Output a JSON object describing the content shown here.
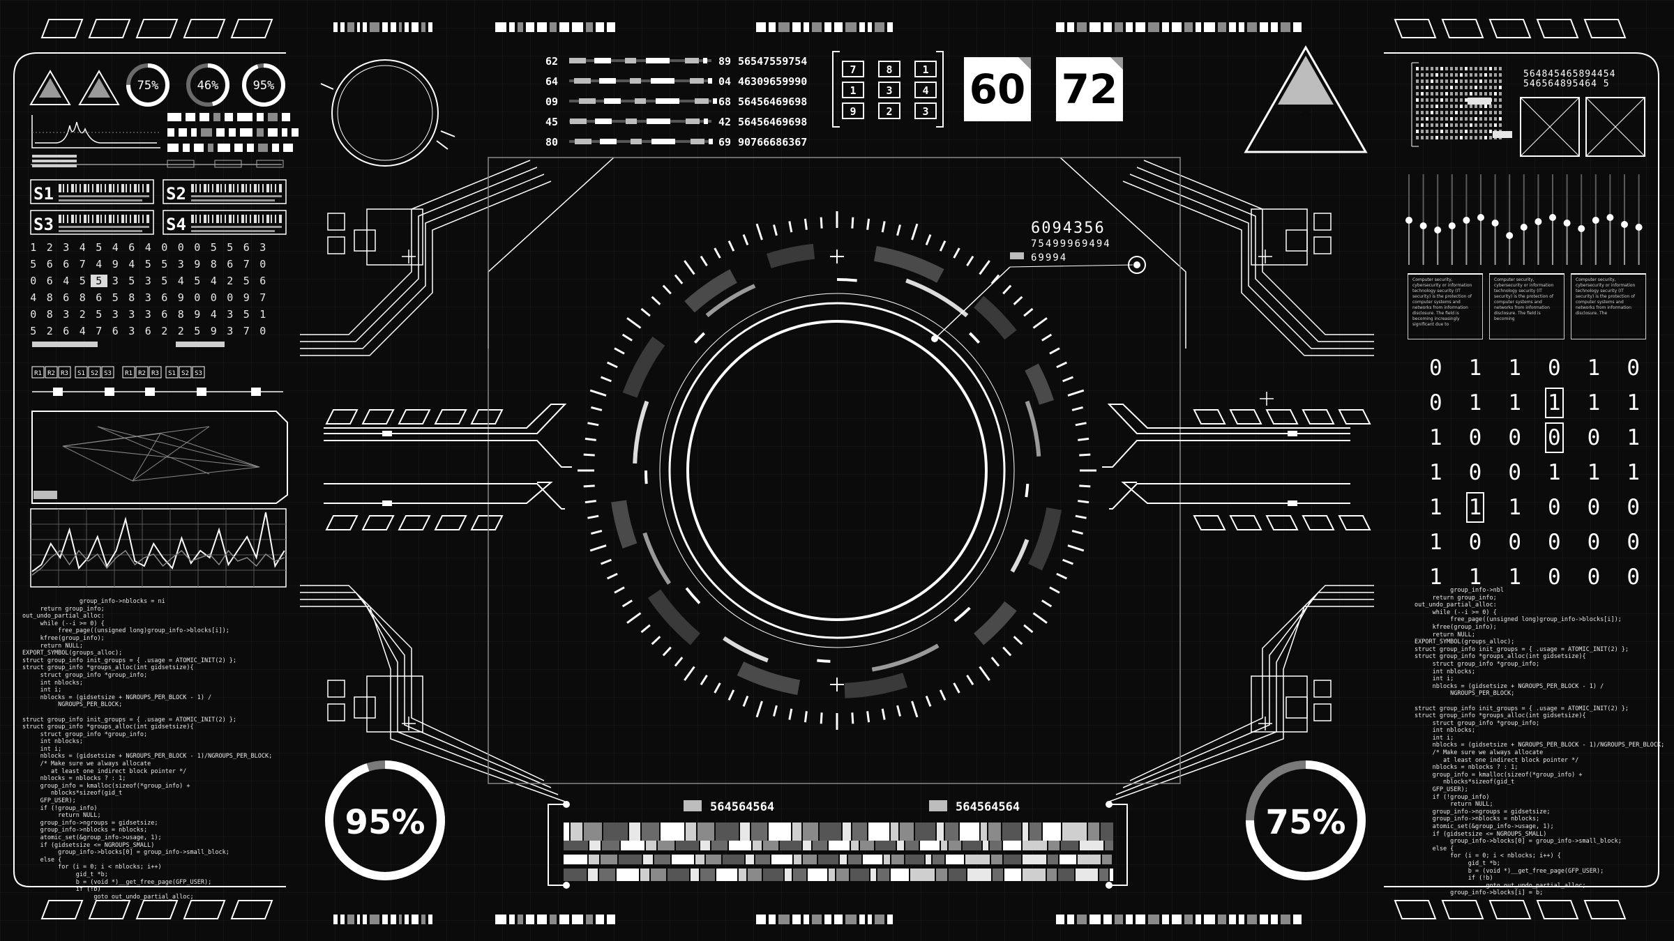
{
  "meters": {
    "top_left_small": [
      "75%",
      "46%",
      "95%"
    ],
    "bottom_left": "95%",
    "bottom_right": "75%",
    "bottom_left_fraction": 0.95,
    "bottom_right_fraction": 0.75
  },
  "top_counters": {
    "left": "60",
    "right": "72"
  },
  "top_readout": {
    "rows": [
      {
        "a": "62",
        "b": "89",
        "c": "56547559754"
      },
      {
        "a": "64",
        "b": "04",
        "c": "46309659990"
      },
      {
        "a": "09",
        "b": "68",
        "c": "56456469698"
      },
      {
        "a": "45",
        "b": "42",
        "c": "56456469698"
      },
      {
        "a": "80",
        "b": "69",
        "c": "90766686367"
      }
    ]
  },
  "keypad": [
    "7",
    "8",
    "1",
    "1",
    "3",
    "4",
    "9",
    "2",
    "3"
  ],
  "target_readout": [
    "6094356",
    "75499969494",
    "69994"
  ],
  "right_top_numbers": [
    "564845465894454",
    "546564895464 5"
  ],
  "slot_labels": [
    "S1",
    "S2",
    "S3",
    "S4"
  ],
  "r_labels": [
    "R1",
    "R2",
    "R3",
    "S1",
    "S2",
    "S3",
    "R1",
    "R2",
    "R3",
    "S1",
    "S2",
    "S3"
  ],
  "number_grid": [
    [
      "1",
      "2",
      "3",
      "4",
      "5",
      "4",
      "6",
      "4",
      "0",
      "0",
      "0",
      "5",
      "5",
      "6",
      "3"
    ],
    [
      "5",
      "6",
      "6",
      "7",
      "4",
      "9",
      "4",
      "5",
      "5",
      "3",
      "9",
      "8",
      "6",
      "7",
      "0"
    ],
    [
      "0",
      "6",
      "4",
      "5",
      "5",
      "3",
      "5",
      "3",
      "5",
      "4",
      "5",
      "4",
      "2",
      "5",
      "6"
    ],
    [
      "4",
      "8",
      "6",
      "8",
      "6",
      "5",
      "8",
      "3",
      "6",
      "9",
      "0",
      "0",
      "0",
      "9",
      "7"
    ],
    [
      "0",
      "8",
      "3",
      "2",
      "5",
      "3",
      "3",
      "3",
      "6",
      "8",
      "9",
      "4",
      "3",
      "5",
      "1"
    ],
    [
      "5",
      "2",
      "6",
      "4",
      "7",
      "6",
      "3",
      "6",
      "2",
      "2",
      "5",
      "9",
      "3",
      "7",
      "0"
    ]
  ],
  "binary_matrix": [
    [
      "0",
      "1",
      "1",
      "0",
      "1",
      "0"
    ],
    [
      "0",
      "1",
      "1",
      "1",
      "1",
      "1"
    ],
    [
      "1",
      "0",
      "0",
      "0",
      "0",
      "1"
    ],
    [
      "1",
      "0",
      "0",
      "1",
      "1",
      "1"
    ],
    [
      "1",
      "1",
      "1",
      "0",
      "0",
      "0"
    ],
    [
      "1",
      "0",
      "0",
      "0",
      "0",
      "0"
    ],
    [
      "1",
      "1",
      "1",
      "0",
      "0",
      "0"
    ]
  ],
  "bottom_panel": {
    "left_id": "564564564",
    "right_id": "564564564"
  },
  "info_cards": [
    "Computer security, cybersecurity or information technology security (IT security) is the protection of computer systems and networks from information disclosure. The field is becoming increasingly significant due to",
    "Computer security, cybersecurity or information technology security (IT security) is the protection of computer systems and networks from information disclosure. The field is becoming",
    "Computer security, cybersecurity or information technology security (IT security) is the protection of computer systems and networks from information disclosure. The"
  ],
  "code_left": "                group_info->nblocks = ni\n     return group_info;\nout_undo_partial_alloc:\n     while (--i >= 0) {\n          free_page((unsigned long)group_info->blocks[i]);\n     kfree(group_info);\n     return NULL;\nEXPORT_SYMBOL(groups_alloc);\nstruct group_info init_groups = { .usage = ATOMIC_INIT(2) };\nstruct group_info *groups_alloc(int gidsetsize){\n     struct group_info *group_info;\n     int nblocks;\n     int i;\n     nblocks = (gidsetsize + NGROUPS_PER_BLOCK - 1) /\n          NGROUPS_PER_BLOCK;\n\nstruct group_info init_groups = { .usage = ATOMIC_INIT(2) };\nstruct group_info *groups_alloc(int gidsetsize){\n     struct group_info *group_info;\n     int nblocks;\n     int i;\n     nblocks = (gidsetsize + NGROUPS_PER_BLOCK - 1)/NGROUPS_PER_BLOCK;\n     /* Make sure we always allocate\n        at least one indirect block pointer */\n     nblocks = nblocks ? : 1;\n     group_info = kmalloc(sizeof(*group_info) +\n        nblocks*sizeof(gid_t\n     GFP_USER);\n     if (!group_info)\n          return NULL;\n     group_info->ngroups = gidsetsize;\n     group_info->nblocks = nblocks;\n     atomic_set(&group_info->usage, 1);\n     if (gidsetsize <= NGROUPS_SMALL)\n          group_info->blocks[0] = group_info->small_block;\n     else {\n          for (i = 0; i < nblocks; i++)\n               gid_t *b;\n               b = (void *)__get_free_page(GFP_USER);\n               if (!b)\n                    goto out_undo_partial_alloc;",
  "code_right": "          group_info->nbl\n     return group_info;\nout_undo_partial_alloc:\n     while (--i >= 0) {\n          free_page((unsigned long)group_info->blocks[i]);\n     kfree(group_info);\n     return NULL;\nEXPORT_SYMBOL(groups_alloc);\nstruct group_info init_groups = { .usage = ATOMIC_INIT(2) };\nstruct group_info *groups_alloc(int gidsetsize){\n     struct group_info *group_info;\n     int nblocks;\n     int i;\n     nblocks = (gidsetsize + NGROUPS_PER_BLOCK - 1) /\n          NGROUPS_PER_BLOCK;\n\nstruct group_info init_groups = { .usage = ATOMIC_INIT(2) };\nstruct group_info *groups_alloc(int gidsetsize){\n     struct group_info *group_info;\n     int nblocks;\n     int i;\n     nblocks = (gidsetsize + NGROUPS_PER_BLOCK - 1)/NGROUPS_PER_BLOCK;\n     /* Make sure we always allocate\n        at least one indirect block pointer */\n     nblocks = nblocks ? : 1;\n     group_info = kmalloc(sizeof(*group_info) +\n        nblocks*sizeof(gid_t\n     GFP_USER);\n     if (!group_info)\n          return NULL;\n     group_info->ngroups = gidsetsize;\n     group_info->nblocks = nblocks;\n     atomic_set(&group_info->usage, 1);\n     if (gidsetsize <= NGROUPS_SMALL)\n          group_info->blocks[0] = group_info->small_block;\n     else {\n          for (i = 0; i < nblocks; i++) {\n               gid_t *b;\n               b = (void *)__get_free_page(GFP_USER);\n               if (!b)\n                    goto out_undo_partial_alloc;\n          group_info->blocks[i] = b;"
}
